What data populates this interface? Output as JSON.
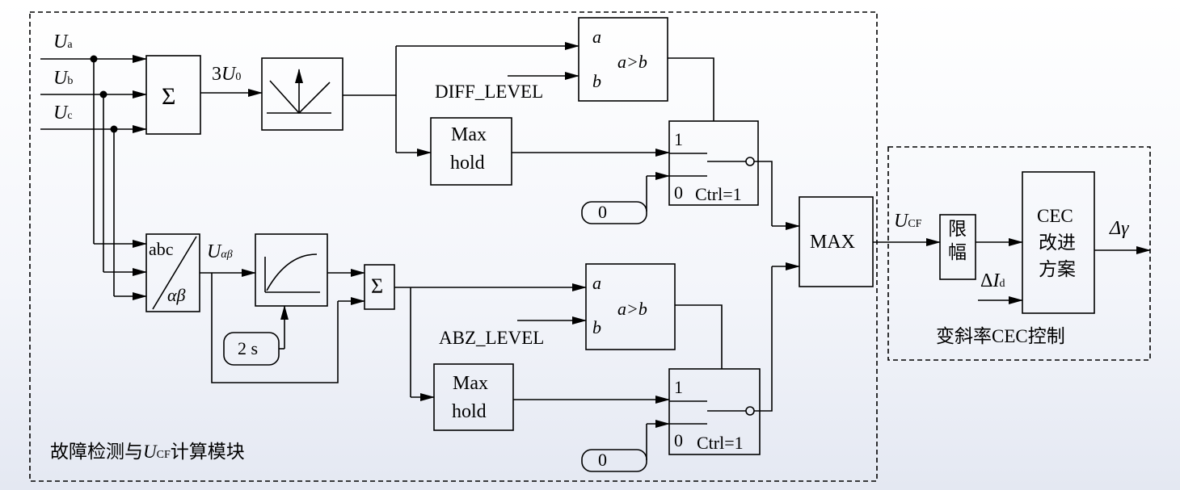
{
  "fault_module": {
    "title_prefix": "故障检测与",
    "title_var": "U",
    "title_sub": "CF",
    "title_suffix": "计算模块",
    "inputs": [
      {
        "var": "U",
        "sub": "a"
      },
      {
        "var": "U",
        "sub": "b"
      },
      {
        "var": "U",
        "sub": "c"
      }
    ],
    "sum_symbol": "Σ",
    "zero_seq_label": {
      "coef": "3",
      "var": "U",
      "sub": "0"
    },
    "abc_block": {
      "top": "abc",
      "bottom": "αβ"
    },
    "ualphabeta_label": {
      "var": "U",
      "sub": "αβ"
    },
    "sum2_symbol": "Σ",
    "time_const": "2 s",
    "upper_branch": {
      "comparator": {
        "in_a": "a",
        "in_b": "b",
        "rel": "a>b"
      },
      "level_label": "DIFF_LEVEL",
      "max_hold": [
        "Max",
        "hold"
      ],
      "switch": {
        "in1": "1",
        "in0": "0",
        "ctrl": "Ctrl=1"
      },
      "const": "0"
    },
    "lower_branch": {
      "comparator": {
        "in_a": "a",
        "in_b": "b",
        "rel": "a>b"
      },
      "level_label": "ABZ_LEVEL",
      "max_hold": [
        "Max",
        "hold"
      ],
      "switch": {
        "in1": "1",
        "in0": "0",
        "ctrl": "Ctrl=1"
      },
      "const": "0"
    }
  },
  "max_block": "MAX",
  "ucf_label": {
    "var": "U",
    "sub": "CF"
  },
  "cec_module": {
    "title": "变斜率CEC控制",
    "limiter": [
      "限",
      "幅"
    ],
    "cec_block": [
      "CEC",
      "改进",
      "方案"
    ],
    "delta_id": {
      "sym": "Δ",
      "var": "I",
      "sub": "d"
    },
    "output": "Δγ"
  }
}
